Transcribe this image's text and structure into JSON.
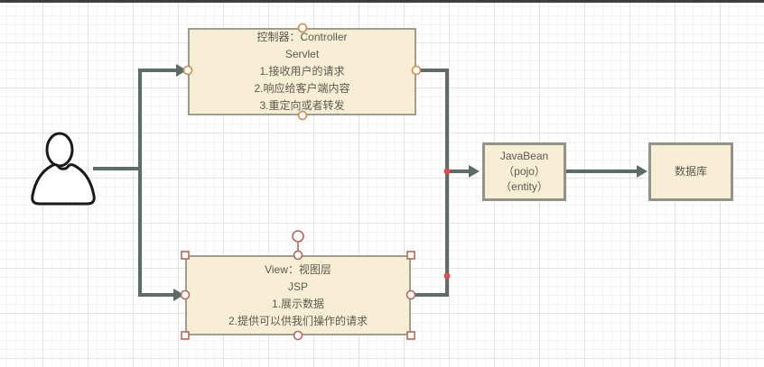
{
  "colors": {
    "top_bar": "#3d3d3d",
    "node_fill": "#f7eed5",
    "node_border": "#9e9e8e",
    "edge": "#5d6d66",
    "text": "#5b5a4e",
    "selection_handle": "#b0695d",
    "connection_port": "#cf8a4e",
    "waypoint": "#d94f4f",
    "actor_stroke": "#1a1a1a"
  },
  "nodes": {
    "controller": {
      "lines": [
        "控制器：Controller",
        "Servlet",
        "1.接收用户的请求",
        "2.响应给客户端内容",
        "3.重定向或者转发"
      ]
    },
    "view": {
      "selected": "true",
      "lines": [
        "View：视图层",
        "JSP",
        "1.展示数据",
        "2.提供可以供我们操作的请求"
      ]
    },
    "javabean": {
      "lines": [
        "JavaBean",
        "（pojo）",
        "（entity）"
      ]
    },
    "database": {
      "lines": [
        "数据库"
      ]
    }
  },
  "icons": {
    "actor": "person-outline-icon"
  }
}
